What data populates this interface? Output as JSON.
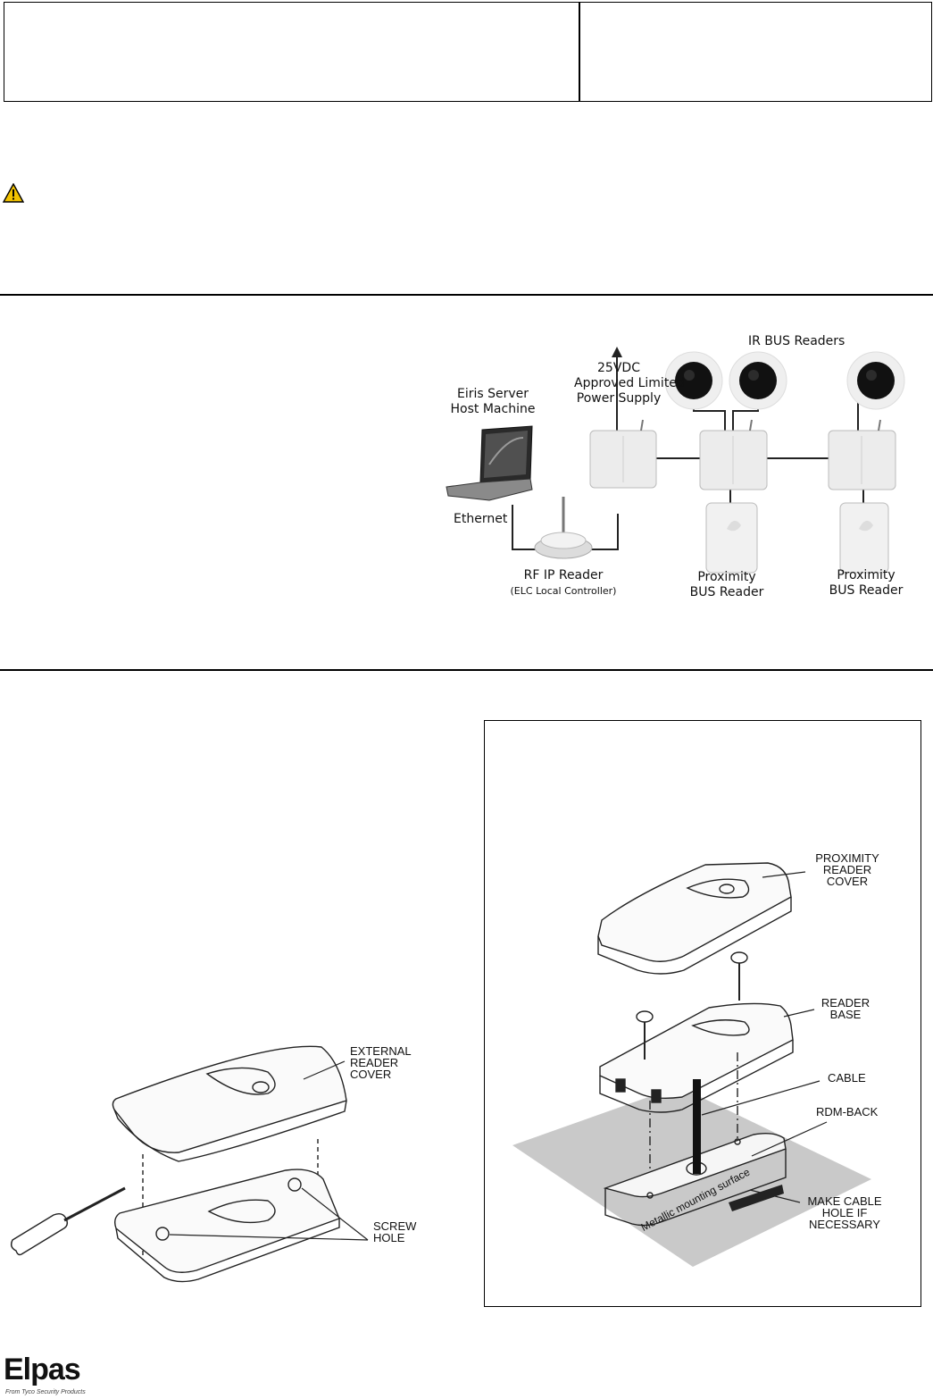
{
  "network_diagram": {
    "ir_bus_readers": "IR BUS Readers",
    "power_supply": [
      "25VDC",
      "Approved Limited",
      "Power Supply"
    ],
    "server": [
      "Eiris Server",
      "Host Machine"
    ],
    "ethernet": "Ethernet",
    "rf_ip_reader": "RF IP Reader",
    "elc": "(ELC Local Controller)",
    "proximity_reader_1": [
      "Proximity",
      "BUS Reader"
    ],
    "proximity_reader_2": [
      "Proximity",
      "BUS Reader"
    ]
  },
  "external_reader_figure": {
    "cover_label": [
      "EXTERNAL",
      "READER",
      "COVER"
    ],
    "screw_label": [
      "SCREW",
      "HOLE"
    ]
  },
  "proximity_reader_figure": {
    "cover_label": [
      "PROXIMITY",
      "READER",
      "COVER"
    ],
    "base_label": [
      "READER",
      "BASE"
    ],
    "cable_label": "CABLE",
    "rdm_label": "RDM-BACK",
    "hole_label": [
      "MAKE CABLE",
      "HOLE IF",
      "NECESSARY"
    ],
    "surface_label": "Metallic mounting surface"
  },
  "footer": {
    "logo": "Elpas",
    "tagline": "From Tyco Security Products"
  },
  "colors": {
    "warning_yellow": "#f2c200",
    "surface_gray": "#c9c9c9"
  }
}
